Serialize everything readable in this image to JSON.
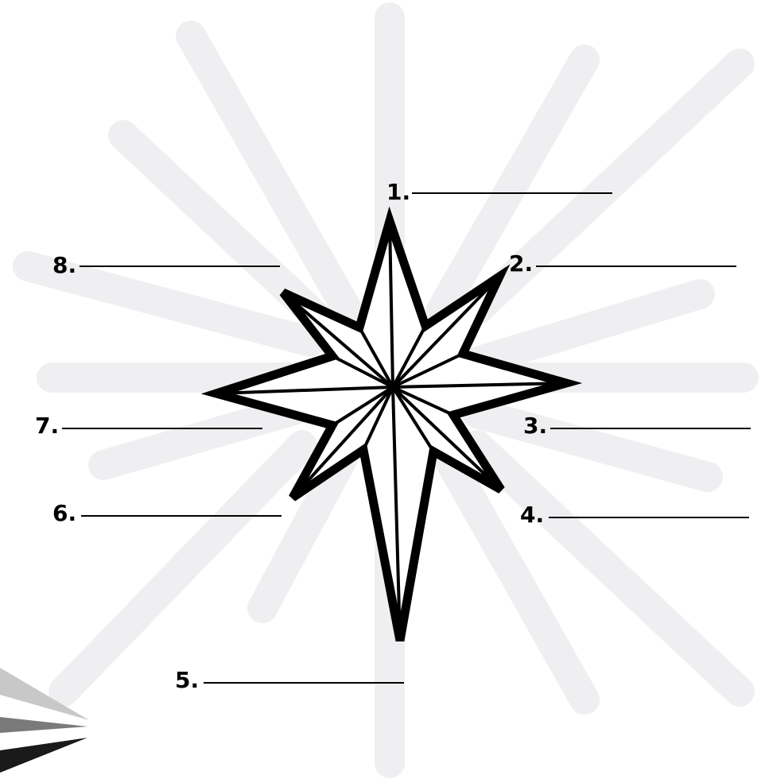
{
  "colors": {
    "background": "#ffffff",
    "rays": "#efeff1",
    "star_outline": "#000000",
    "star_fill": "#ffffff",
    "corner_light": "#c8c8c8",
    "corner_mid": "#7a7a7a",
    "corner_dark": "#1a1a1a"
  },
  "labels": [
    {
      "number": "1."
    },
    {
      "number": "2."
    },
    {
      "number": "3."
    },
    {
      "number": "4."
    },
    {
      "number": "5."
    },
    {
      "number": "6."
    },
    {
      "number": "7."
    },
    {
      "number": "8."
    }
  ]
}
